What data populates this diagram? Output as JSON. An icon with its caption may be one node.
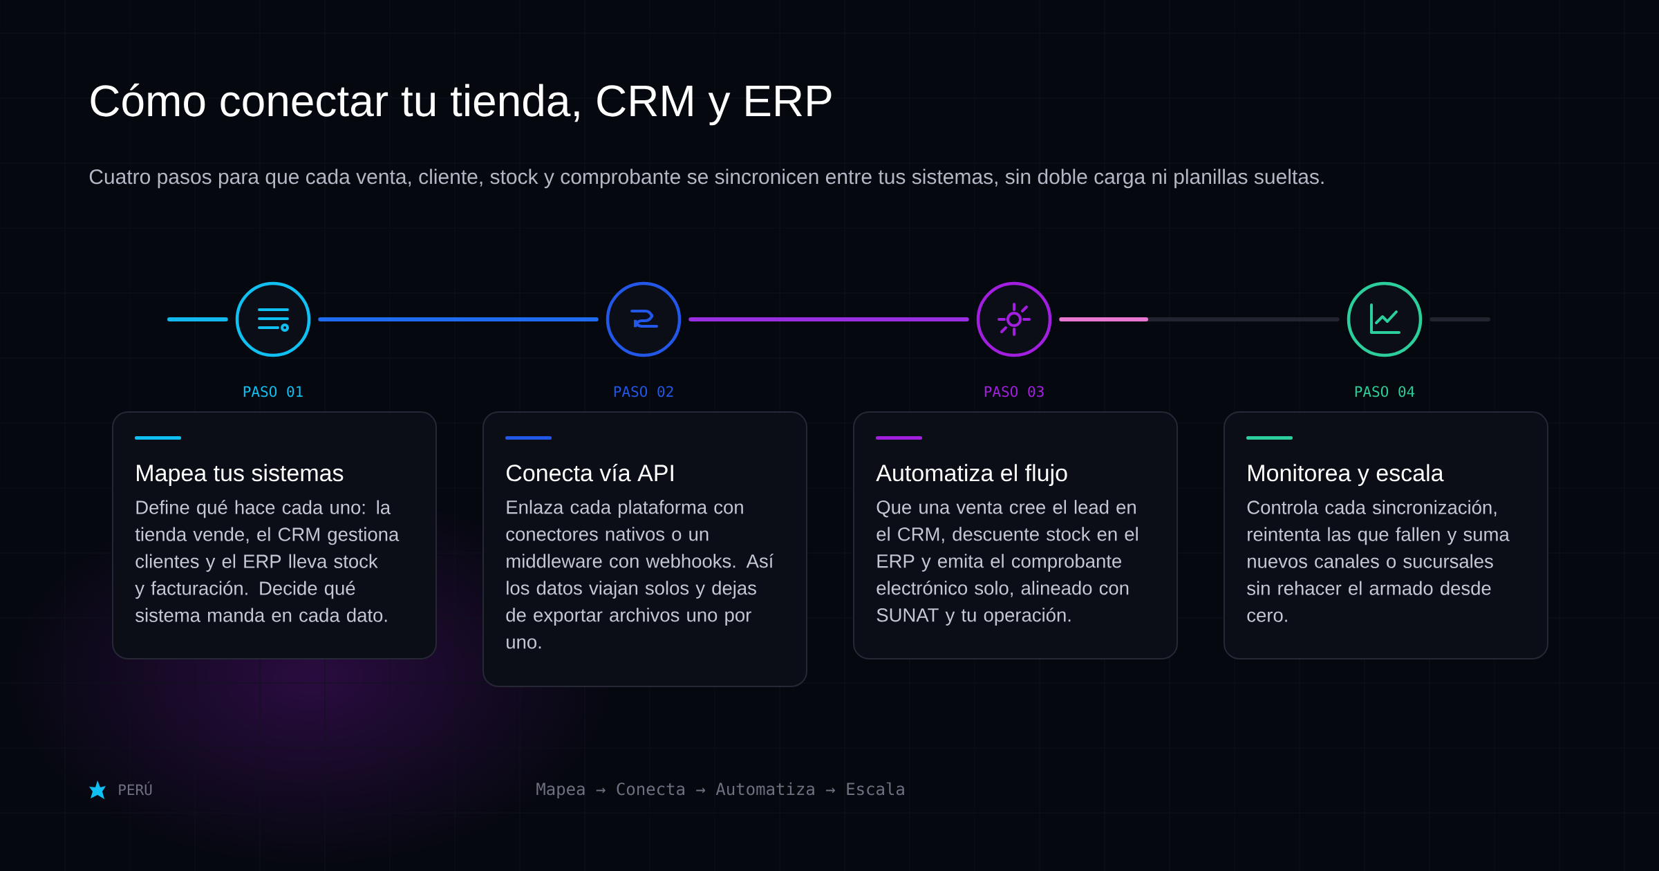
{
  "diagram": {
    "title": "Cómo conectar tu tienda, CRM y ERP",
    "caption": "Cuatro pasos para que cada venta, cliente, stock y comprobante se sincronicen entre tus sistemas, sin doble carga ni planillas sueltas.",
    "nodes": [
      {
        "text": [],
        "shape": "circle"
      },
      {
        "text": [],
        "shape": "circle"
      },
      {
        "text": [],
        "shape": "circle"
      },
      {
        "text": [],
        "shape": "circle"
      },
      {
        "text": [
          "Mapea tus sistemas",
          "Define qué hace cada uno: la tienda vende, el CRM gestiona clientes y el ERP lleva stock y facturación. Decide qué sistema manda en cada dato."
        ]
      },
      {
        "text": [
          "Conecta vía API",
          "Enlaza cada plataforma con conectores nativos o un middleware con webhooks. Así los datos viajan solos y dejas de exportar archivos uno por uno."
        ]
      },
      {
        "text": [
          "Automatiza el flujo",
          "Que una venta cree el lead en el CRM, descuente stock en el ERP y emita el comprobante electrónico solo, alineado con SUNAT y tu operación."
        ]
      },
      {
        "text": [
          "Monitorea y escala",
          "Controla cada sincronización, reintenta las que fallen y suma nuevos canales o sucursales sin rehacer el armado desde cero."
        ]
      }
    ],
    "edges": [
      {
        "from": null,
        "to": 0,
        "arrow": "none",
        "color": "#12b8ee"
      },
      {
        "from": 0,
        "to": 1,
        "arrow": "none",
        "color": "#1f6cf0"
      },
      {
        "from": 1,
        "to": 2,
        "arrow": "none",
        "color": "#9a2ee2"
      },
      {
        "from": 2,
        "to": 3,
        "arrow": "none",
        "color": "#22252f"
      },
      {
        "from": 3,
        "to": null,
        "arrow": "none",
        "color": "#22252f"
      }
    ],
    "labels": [
      "PASO 01",
      "PASO 02",
      "PASO 03",
      "PASO 04",
      "PERÚ",
      "Mapea → Conecta → Automatiza → Escala"
    ]
  }
}
